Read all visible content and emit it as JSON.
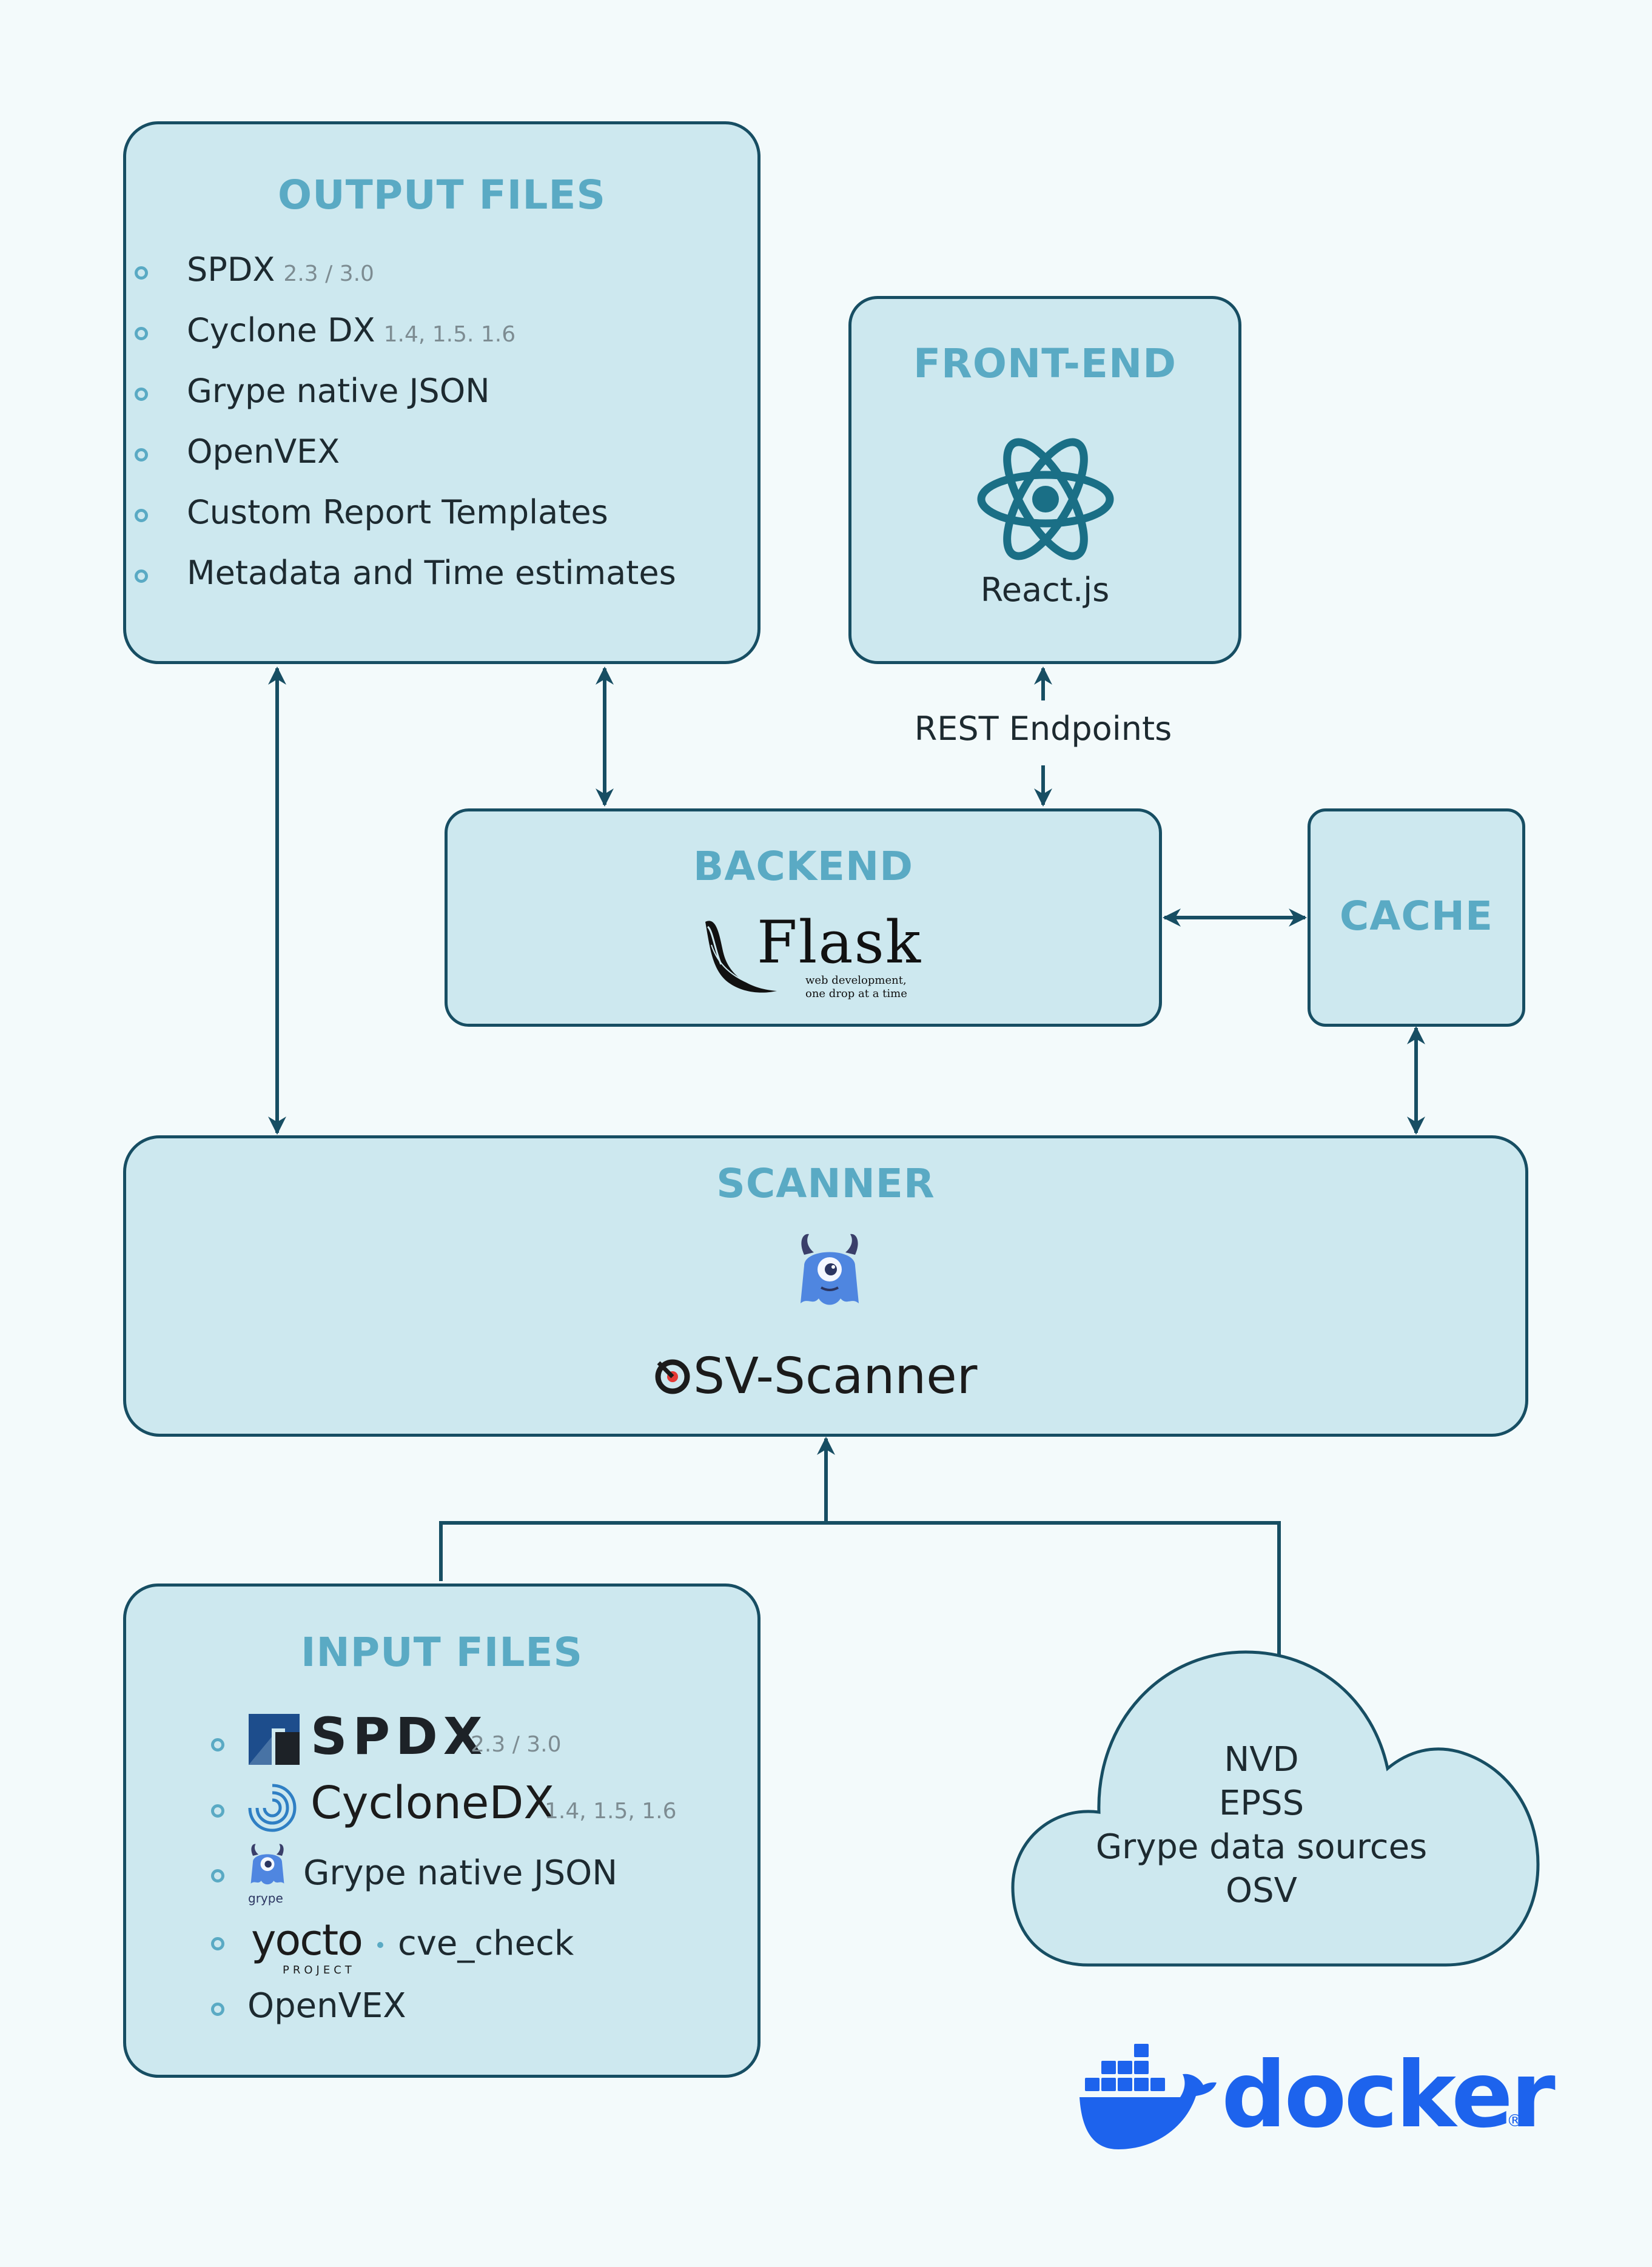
{
  "colors": {
    "box_fill": "#cde8ef",
    "box_border": "#174e63",
    "title": "#5aaac4",
    "arrow": "#174e63",
    "docker_blue": "#1d63ed"
  },
  "output_files": {
    "title": "OUTPUT FILES",
    "items": [
      {
        "label": "SPDX",
        "version": "2.3 / 3.0"
      },
      {
        "label": "Cyclone DX",
        "version": "1.4, 1.5. 1.6"
      },
      {
        "label": "Grype native JSON",
        "version": ""
      },
      {
        "label": "OpenVEX",
        "version": ""
      },
      {
        "label": "Custom Report Templates",
        "version": ""
      },
      {
        "label": "Metadata and Time estimates",
        "version": ""
      }
    ]
  },
  "front_end": {
    "title": "FRONT-END",
    "icon": "react-atom-icon",
    "label": "React.js"
  },
  "rest_label": "REST Endpoints",
  "backend": {
    "title": "BACKEND",
    "logo_text": "Flask",
    "logo_tagline_1": "web development,",
    "logo_tagline_2": "one drop at a time"
  },
  "cache": {
    "title": "CACHE"
  },
  "scanner": {
    "title": "SCANNER",
    "mascot_icon": "grype-mascot-icon",
    "logo_text": "SV-Scanner"
  },
  "input_files": {
    "title": "INPUT FILES",
    "spdx_logo": "SPDX",
    "spdx_version": "2.3 / 3.0",
    "cyclonedx_logo": "CycloneDX",
    "cyclonedx_version": "1.4, 1.5, 1.6",
    "grype_caption": "grype",
    "grype_label": "Grype native JSON",
    "yocto_logo": "yocto",
    "yocto_sub": "PROJECT",
    "yocto_label": "cve_check",
    "openvex_label": "OpenVEX"
  },
  "data_sources": {
    "items": [
      "NVD",
      "EPSS",
      "Grype data sources",
      "OSV"
    ]
  },
  "docker": {
    "logo_text": "docker",
    "registered": "®"
  }
}
